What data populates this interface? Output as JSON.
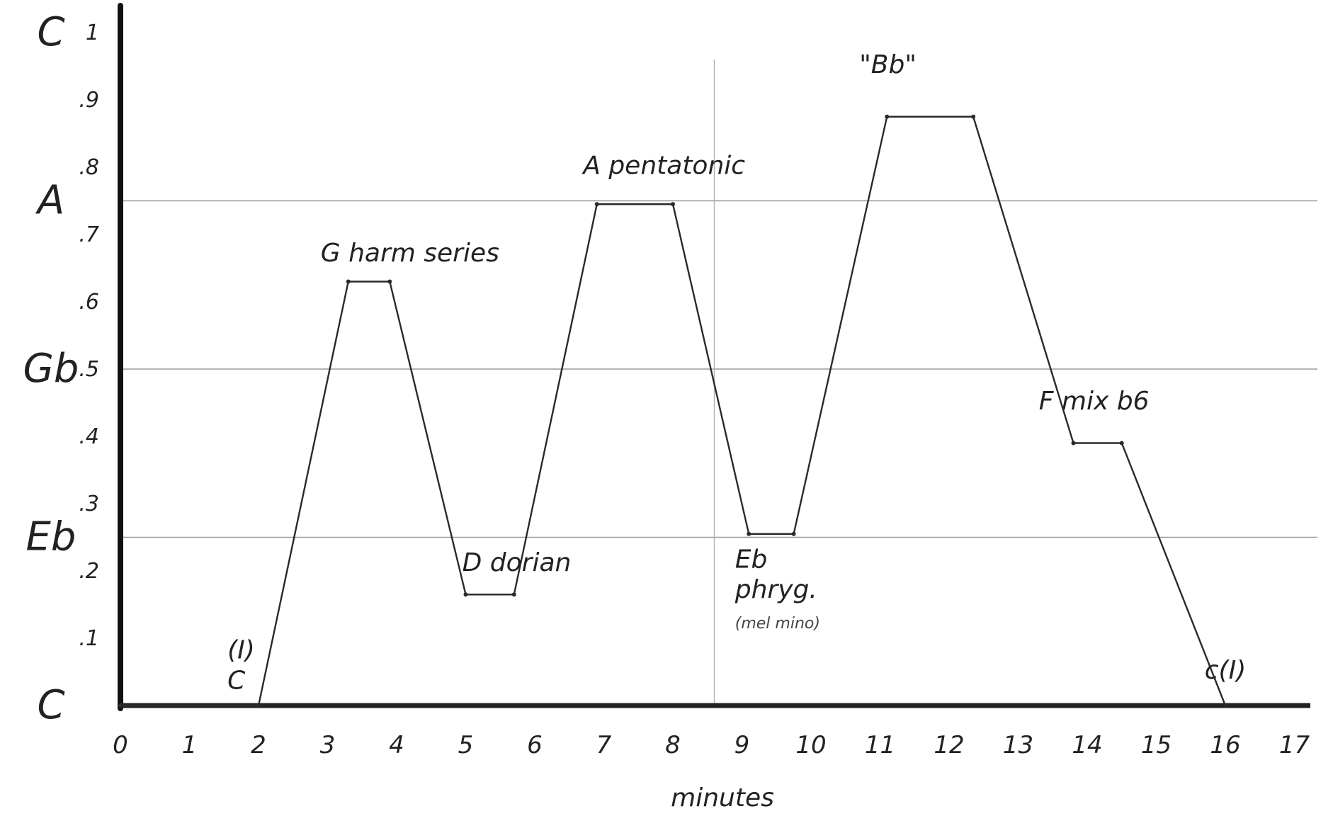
{
  "chart_data": {
    "type": "line",
    "xlabel": "minutes",
    "ylabel": "",
    "xlim": [
      0,
      17
    ],
    "ylim": [
      0,
      1
    ],
    "x_ticks": [
      "0",
      "1",
      "2",
      "3",
      "4",
      "5",
      "6",
      "7",
      "8",
      "9",
      "10",
      "11",
      "12",
      "13",
      "14",
      "15",
      "16",
      "17"
    ],
    "y_ticks": [
      {
        "value": 0.1,
        "label": ".1"
      },
      {
        "value": 0.2,
        "label": ".2"
      },
      {
        "value": 0.3,
        "label": ".3"
      },
      {
        "value": 0.4,
        "label": ".4"
      },
      {
        "value": 0.5,
        "label": ".5"
      },
      {
        "value": 0.6,
        "label": ".6"
      },
      {
        "value": 0.7,
        "label": ".7"
      },
      {
        "value": 0.8,
        "label": ".8"
      },
      {
        "value": 0.9,
        "label": ".9"
      },
      {
        "value": 1.0,
        "label": "1"
      }
    ],
    "key_labels": [
      {
        "value": 0,
        "label": "C"
      },
      {
        "value": 0.25,
        "label": "Eb"
      },
      {
        "value": 0.5,
        "label": "Gb"
      },
      {
        "value": 0.75,
        "label": "A"
      },
      {
        "value": 1.0,
        "label": "C"
      }
    ],
    "reference_lines_y": [
      0.25,
      0.5,
      0.75
    ],
    "reference_line_x": 8.6,
    "series": [
      {
        "x": [
          0,
          2,
          3.3,
          3.9,
          5,
          5.7,
          6.9,
          8,
          9.1,
          9.75,
          11.1,
          12.35,
          13.8,
          14.5,
          16
        ],
        "y": [
          0,
          0,
          0.63,
          0.63,
          0.165,
          0.165,
          0.745,
          0.745,
          0.255,
          0.255,
          0.875,
          0.875,
          0.39,
          0.39,
          0
        ]
      }
    ],
    "annotations": [
      {
        "text": "(I)",
        "x": 1.55,
        "y": 0.07
      },
      {
        "text": "C",
        "x": 1.55,
        "y": 0.025
      },
      {
        "text": "G harm series",
        "x": 2.9,
        "y": 0.66
      },
      {
        "text": "D dorian",
        "x": 4.95,
        "y": 0.2
      },
      {
        "text": "A pentatonic",
        "x": 6.7,
        "y": 0.79
      },
      {
        "text": "\"Bb\"",
        "x": 10.7,
        "y": 0.94
      },
      {
        "text": "Eb",
        "x": 8.9,
        "y": 0.205
      },
      {
        "text": "phryg.",
        "x": 8.9,
        "y": 0.16
      },
      {
        "text": "(mel mino)",
        "x": 8.9,
        "y": 0.115
      },
      {
        "text": "F mix b6",
        "x": 13.3,
        "y": 0.44
      },
      {
        "text": "c(I)",
        "x": 15.7,
        "y": 0.04
      }
    ]
  }
}
